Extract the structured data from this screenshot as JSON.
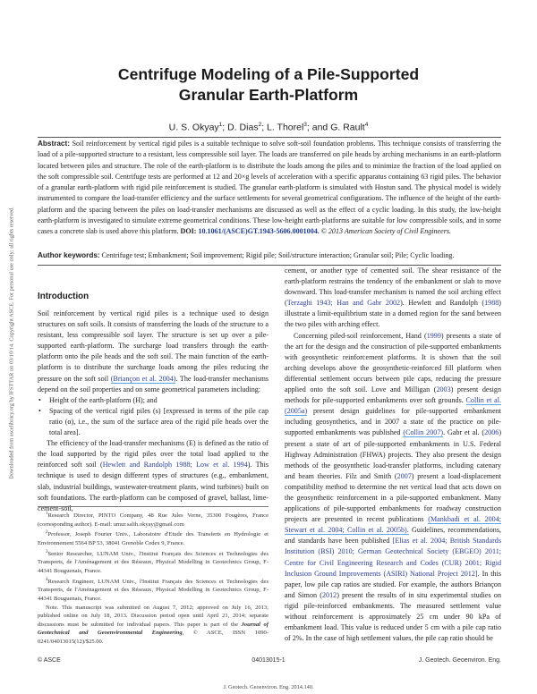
{
  "sidebar_note": "Downloaded from ascelibrary.org by IFSTTAR on 03/10/14. Copyright ASCE. For personal use only; all rights reserved.",
  "header": {
    "title_line1": "Centrifuge Modeling of a Pile-Supported",
    "title_line2": "Granular Earth-Platform",
    "authors": [
      {
        "name": "U. S. Okyay",
        "sup": "1",
        "sep": "; "
      },
      {
        "name": "D. Dias",
        "sup": "2",
        "sep": "; "
      },
      {
        "name": "L. Thorel",
        "sup": "3",
        "sep": "; and "
      },
      {
        "name": "G. Rault",
        "sup": "4",
        "sep": ""
      }
    ]
  },
  "abstract": {
    "label": "Abstract:",
    "text": "Soil reinforcement by vertical rigid piles is a suitable technique to solve soft-soil foundation problems. This technique consists of transferring the load of a pile-supported structure to a resistant, less compressible soil layer. The loads are transferred on pile heads by arching mechanisms in an earth-platform located between piles and structure. The role of the earth-platform is to distribute the loads among the piles and to minimize the fraction of the load applied on the soft compressible soil. Centrifuge tests are performed at 12 and 20×g levels of acceleration with a specific apparatus containing 63 rigid piles. The behavior of a granular earth-platform with rigid pile reinforcement is studied. The granular earth-platform is simulated with Hostun sand. The physical model is widely instrumented to compare the load-transfer efficiency and the surface settlements for several geometrical configurations. The influence of the height of the earth-platform and the spacing between the piles on load-transfer mechanisms are discussed as well as the effect of a cyclic loading. In this study, the low-height earth-platform is investigated to simulate extreme geometrical conditions. These low-height earth-platforms are suitable for low compressible soils, and in some cases a concrete slab is used above this platform.",
    "doi_label": "DOI:",
    "doi": "10.1061/(ASCE)GT.1943-5606.0001004.",
    "copyright": "© 2013 American Society of Civil Engineers."
  },
  "keywords": {
    "label": "Author keywords:",
    "text": "Centrifuge test; Embankment; Soil improvement; Rigid pile; Soil/structure interaction; Granular soil; Pile; Cyclic loading."
  },
  "intro": {
    "heading": "Introduction",
    "p1": "Soil reinforcement by vertical rigid piles is a technique used to design structures on soft soils. It consists of transferring the loads of the structure to a resistant, less compressible soil layer. The structure is set up over a pile-supported earth-platform. The surcharge load transfers through the earth-platform onto the pile heads and the soft soil. The main function of the earth-platform is to distribute the surcharge loads among the piles reducing the pressure on the soft soil ",
    "p1_cite": "(Briançon et al. 2004)",
    "p1_end": ". The load-transfer mechanisms depend on the soil properties and on some geometrical parameters including:",
    "bullets": [
      "Height of the earth-platform (H); and",
      "Spacing of the vertical rigid piles (s) [expressed in terms of the pile cap ratio (α), i.e., the sum of the surface area of the rigid pile heads over the total area]."
    ],
    "p2": "The efficiency of the load-transfer mechanisms (E) is defined as the ratio of the load supported by the rigid piles over the total load applied to the reinforced soft soil (",
    "p2_cite": "Hewlett and Randolph 1988; Low et al. 1994",
    "p2_end": "). This technique is used to design different types of structures (e.g., embankment, slab, industrial buildings, wastewater-treatment plants, wind turbines) built on soft foundations. The earth-platform can be composed of gravel, ballast, lime-cement-soil,"
  },
  "right_col": {
    "p1a": "cement, or another type of cemented soil. The shear resistance of the earth-platform restrains the tendency of the embankment or slab to move downward. This load-transfer mechanism is named the soil arching effect (",
    "p1_cite": "Terzaghi 1943; Han and Gabr 2002",
    "p1b": "). Hewlett and Randolph (",
    "p1_year": "1988",
    "p1c": ") illustrate a limit-equilibrium state in a domed region for the sand between the two piles with arching effect.",
    "p2a": "Concerning piled-soil reinforcement, Hand (",
    "p2_y1": "1999",
    "p2b": ") presents a state of the art for the design and the construction of pile-supported embankments with geosynthetic reinforcement platforms. It is shown that the soil arching develops above the geosynthetic-reinforced fill platform when differential settlement occurs between pile caps, reducing the pressure applied onto the soft soil. Love and Milligan (",
    "p2_y2": "2003",
    "p2c": ") present design methods for pile-supported embankments over soft grounds. ",
    "p2_cite1": "Collin et al. (2005a)",
    "p2d": " present design guidelines for pile-supported embankment including geosynthetics, and in 2007 a state of the practice on pile-supported embankments was published ",
    "p2_cite2": "(Collin 2007)",
    "p2e": ". Gabr et al. (",
    "p2_y3": "2006",
    "p2f": ") present a state of art of pile-supported embankments in U.S. Federal Highway Administration (FHWA) projects. They also present the design methods of the geosynthetic load-transfer platforms, including catenary and beam theories. Filz and Smith (",
    "p2_y4": "2007",
    "p2g": ") present a load-displacement compatibility method to determine the net vertical load that acts down on the geosynthetic reinforcement in a pile-supported embankment. Many applications of pile-supported embankments for roadway construction projects are presented in recent publications ",
    "p2_cite3": "(Mankbadi et al. 2004; Stewart et al. 2004; Collin et al. 2005b).",
    "p2h": " Guidelines, recommendations, and standards have been published ",
    "p2_cite4": "[Elias et al. 2004; British Standards Institution (BSI) 2010; German Geotechnical Society (EBGEO) 2011; Centre for Civil Engineering Research and Codes (CUR) 2001; Rigid Inclusion Ground Improvements (ASIRI) National Project 2012]",
    "p2i": ". In this paper, low pile cap ratios are studied. For example, the authors Briançon and Simon (",
    "p2_y5": "2012",
    "p2j": ") present the results of in situ experimental studies on rigid pile-reinforced embankments. The measured settlement value without reinforcement is approximately 25 cm under 90 kPa of embankment load. This value is reduced under 5 cm with a pile cap ratio of 2%. In the case of high settlement values, the pile cap ratio should be"
  },
  "footnotes": [
    {
      "sup": "1",
      "text": "Research Director, PINTO Company, 48 Rue Jules Verne, 35300 Fougères, France (corresponding author). E-mail: umur.salih.okyay@gmail.com"
    },
    {
      "sup": "2",
      "text": "Professor, Joseph Fourier Univ., Laboratoire d'Etude des Transferts en Hydrologie et Environnement 5564 BP 53, 38041 Grenoble Cedex 9, France."
    },
    {
      "sup": "3",
      "text": "Senior Researcher, LUNAM Univ., l'Institut Français des Sciences et Technologies des Transports, de l'Aménagement et des Réseaux, Physical Modelling in Geotechnics Group, F-44341 Bouguenais, France."
    },
    {
      "sup": "4",
      "text": "Research Engineer, LUNAM Univ., l'Institut Français des Sciences et Technologies des Transports, de l'Aménagement et des Réseaux, Physical Modelling in Geotechnics Group, F-44341 Bouguenais, France."
    }
  ],
  "note": {
    "text": "Note. This manuscript was submitted on August 7, 2012; approved on July 16, 2013; published online on July 18, 2013. Discussion period open until April 21, 2014; separate discussions must be submitted for individual papers. This paper is part of the ",
    "journal": "Journal of Geotechnical and Geoenvironmental Engineering",
    "end": ", © ASCE, ISSN 1090-0241/04013015(12)/$25.00."
  },
  "footer": {
    "left": "© ASCE",
    "center": "04013015-1",
    "right": "J. Geotech. Geoenviron. Eng.",
    "bottom": "J. Geotech. Geoenviron. Eng. 2014.140."
  },
  "colors": {
    "link": "#2a3e9a",
    "underline": "#59a7e6",
    "text": "#222222"
  }
}
